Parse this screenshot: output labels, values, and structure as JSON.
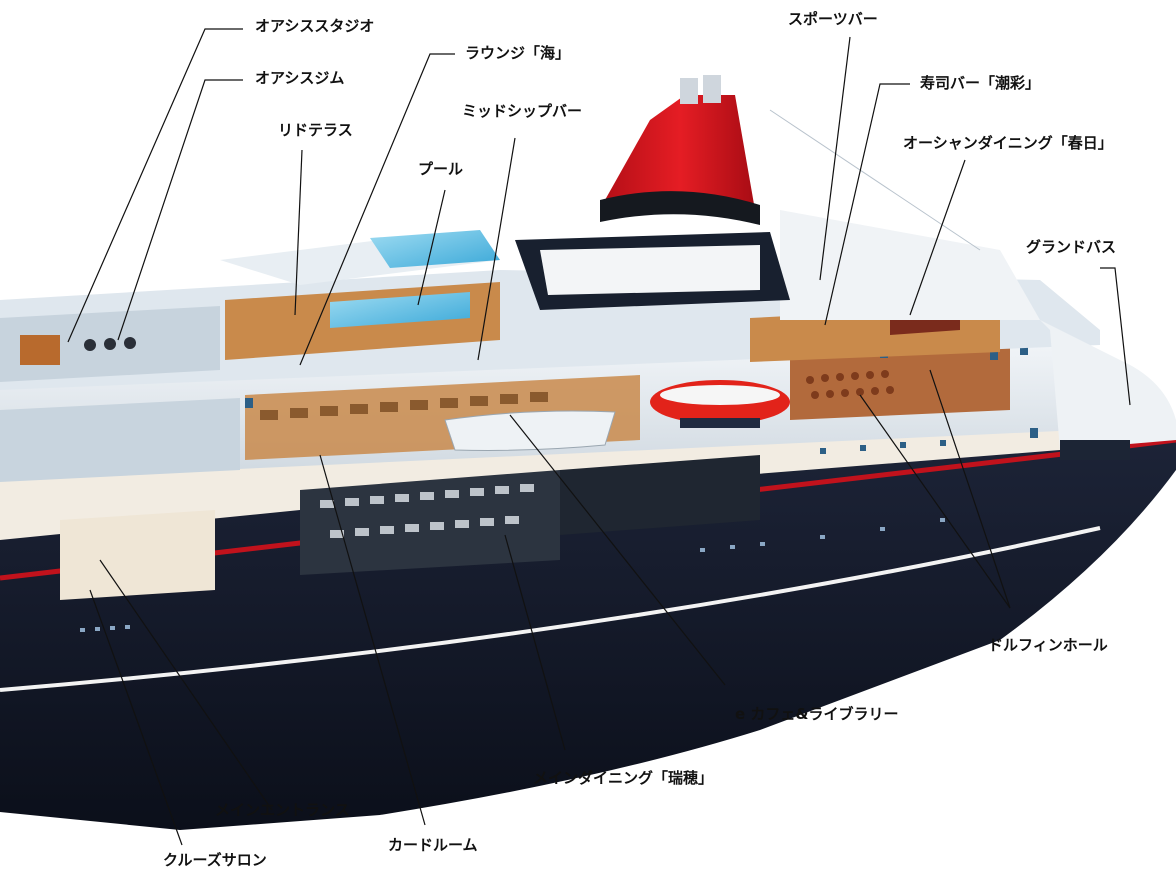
{
  "labels": {
    "oasis_studio": "オアシススタジオ",
    "oasis_gym": "オアシスジム",
    "lido_terrace": "リドテラス",
    "pool": "プール",
    "lounge_umi": "ラウンジ「海」",
    "midship_bar": "ミッドシップバー",
    "sports_bar": "スポーツバー",
    "sushi_bar": "寿司バー「潮彩」",
    "ocean_dining": "オーシャンダイニング「春日」",
    "grand_bath": "グランドバス",
    "dolphin_hall": "ドルフィンホール",
    "ecafe_library": "e カフェ&ライブラリー",
    "main_dining": "メインダイニング「瑞穂」",
    "main_entrance": "メインエントランス",
    "card_room": "カードルーム",
    "cruise_salon": "クルーズサロン"
  },
  "colors": {
    "hull": "#141a2b",
    "funnel": "#d8141d",
    "stripe": "#c1121c",
    "deck_wall": "#e6edf3",
    "wood": "#c98a4b",
    "pool_water": "#6cc6e8"
  }
}
